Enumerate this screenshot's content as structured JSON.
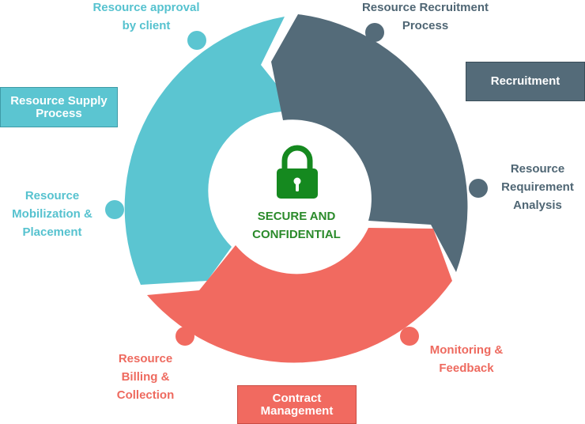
{
  "center": {
    "line1": "SECURE AND",
    "line2": "CONFIDENTIAL"
  },
  "phases": {
    "supply": {
      "label_line1": "Resource Supply",
      "label_line2": "Process"
    },
    "recruitment": {
      "label": "Recruitment"
    },
    "contract": {
      "label_line1": "Contract",
      "label_line2": "Management"
    }
  },
  "steps": {
    "approval": {
      "line1": "Resource approval",
      "line2": "by client"
    },
    "recruitment_process": {
      "line1": "Resource Recruitment",
      "line2": "Process"
    },
    "requirement": {
      "line1": "Resource",
      "line2": "Requirement",
      "line3": "Analysis"
    },
    "monitoring": {
      "line1": "Monitoring &",
      "line2": "Feedback"
    },
    "billing": {
      "line1": "Resource",
      "line2": "Billing &",
      "line3": "Collection"
    },
    "mobilization": {
      "line1": "Resource",
      "line2": "Mobilization &",
      "line3": "Placement"
    }
  },
  "colors": {
    "supply": "#5bc5d1",
    "recruitment": "#546b79",
    "contract": "#f16a60",
    "lock": "#15891f",
    "center_text": "#2a8a2a"
  },
  "icons": {
    "center": "padlock-icon"
  }
}
